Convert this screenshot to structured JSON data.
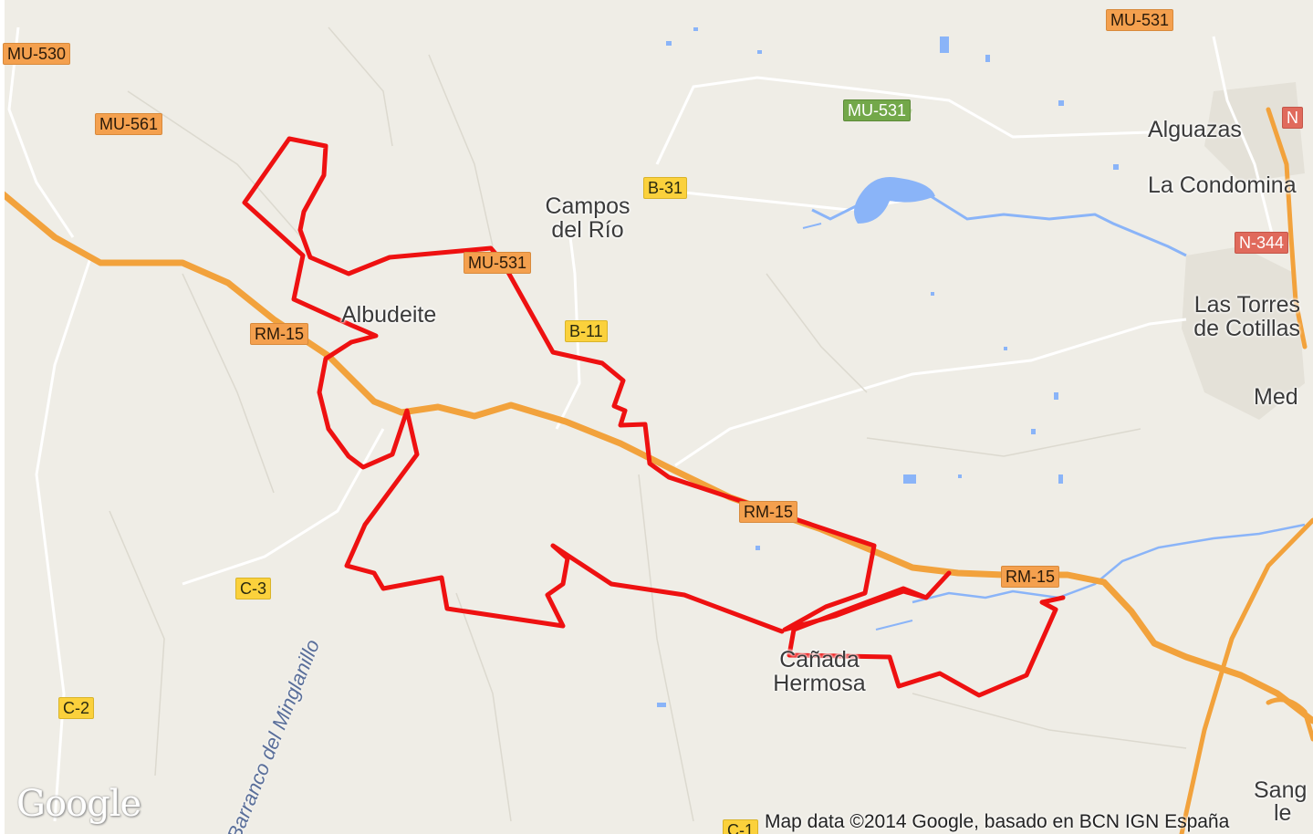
{
  "map": {
    "colors": {
      "land": "#efede6",
      "highway": "#f2a23c",
      "local_road": "#ffffff",
      "water": "#8ab4f8",
      "route": "#ee1111"
    },
    "places": [
      {
        "id": "albudeite",
        "text": "Albudeite"
      },
      {
        "id": "campos-1",
        "text": "Campos"
      },
      {
        "id": "campos-2",
        "text": "del Río"
      },
      {
        "id": "alguazas",
        "text": "Alguazas"
      },
      {
        "id": "condomina",
        "text": "La Condomina"
      },
      {
        "id": "torres-1",
        "text": "Las Torres"
      },
      {
        "id": "torres-2",
        "text": "de Cotillas"
      },
      {
        "id": "med",
        "text": "Med"
      },
      {
        "id": "canada-1",
        "text": "Cañada"
      },
      {
        "id": "canada-2",
        "text": "Hermosa"
      },
      {
        "id": "sang",
        "text": "Sang"
      },
      {
        "id": "le",
        "text": "le"
      }
    ],
    "road_shields": [
      {
        "id": "mu530",
        "text": "MU-530",
        "style": "orange"
      },
      {
        "id": "mu561",
        "text": "MU-561",
        "style": "orange"
      },
      {
        "id": "mu531-top",
        "text": "MU-531",
        "style": "orange"
      },
      {
        "id": "mu531-green",
        "text": "MU-531",
        "style": "green"
      },
      {
        "id": "n-corner",
        "text": "N",
        "style": "red"
      },
      {
        "id": "n344",
        "text": "N-344",
        "style": "red"
      },
      {
        "id": "b31",
        "text": "B-31",
        "style": "yellow"
      },
      {
        "id": "mu531-mid",
        "text": "MU-531",
        "style": "orange"
      },
      {
        "id": "b11",
        "text": "B-11",
        "style": "yellow"
      },
      {
        "id": "rm15-left",
        "text": "RM-15",
        "style": "orange"
      },
      {
        "id": "rm15-mid",
        "text": "RM-15",
        "style": "orange"
      },
      {
        "id": "rm15-right",
        "text": "RM-15",
        "style": "orange"
      },
      {
        "id": "c3",
        "text": "C-3",
        "style": "yellow"
      },
      {
        "id": "c2",
        "text": "C-2",
        "style": "yellow"
      },
      {
        "id": "c1",
        "text": "C-1",
        "style": "yellow"
      }
    ],
    "stream": "Barranco del Minglanillo",
    "logo": "Google",
    "attribution": "Map data ©2014 Google, basado en BCN IGN España"
  }
}
